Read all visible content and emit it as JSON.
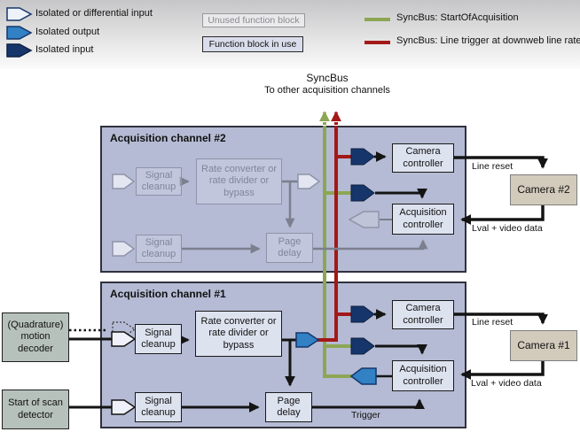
{
  "legend": {
    "items": [
      {
        "label": "Isolated or differential input"
      },
      {
        "label": "Isolated output"
      },
      {
        "label": "Isolated input"
      }
    ],
    "unused_block": "Unused function block",
    "used_block": "Function block in use",
    "syncbus_green": "SyncBus: StartOfAcquisition",
    "syncbus_red": "SyncBus: Line trigger at downweb line rate"
  },
  "syncbus": {
    "title": "SyncBus",
    "subtitle": "To other acquisition channels"
  },
  "channel2": {
    "title": "Acquisition channel #2",
    "signal_cleanup_top": "Signal cleanup",
    "rate_converter": "Rate converter or rate divider or bypass",
    "signal_cleanup_bottom": "Signal cleanup",
    "page_delay": "Page delay",
    "camera_controller": "Camera controller",
    "acquisition_controller": "Acquisition controller",
    "line_reset": "Line reset",
    "lval": "Lval + video data",
    "camera": "Camera #2"
  },
  "channel1": {
    "title": "Acquisition channel #1",
    "signal_cleanup_top": "Signal cleanup",
    "rate_converter": "Rate converter or rate divider or bypass",
    "signal_cleanup_bottom": "Signal cleanup",
    "page_delay": "Page delay",
    "camera_controller": "Camera controller",
    "acquisition_controller": "Acquisition controller",
    "line_reset": "Line reset",
    "lval": "Lval + video data",
    "trigger": "Trigger",
    "camera": "Camera #1"
  },
  "inputs": {
    "motion_decoder": "(Quadrature) motion decoder",
    "scan_detector": "Start of scan detector"
  },
  "colors": {
    "syncbus_green": "#8ca654",
    "syncbus_red": "#a31818",
    "isolated_input_navy": "#16366b",
    "isolated_output_blue": "#3181c4",
    "panel_fill": "#b5bbd4",
    "block_in_use_fill": "#dde2ef",
    "camera_box_fill": "#d2cabb",
    "external_box_fill": "#b6c1bc"
  }
}
